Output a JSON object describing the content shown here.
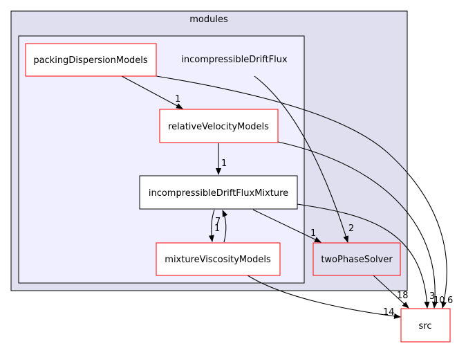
{
  "diagram": {
    "outer_cluster": {
      "title": "modules",
      "fill": "#dfdfef",
      "stroke": "#000000"
    },
    "inner_cluster": {
      "title": "incompressibleDriftFlux",
      "fill": "#efefff",
      "stroke": "#000000"
    },
    "nodes": {
      "packing": {
        "label": "packingDispersionModels",
        "stroke": "#ff0000",
        "fill": "#ffffff"
      },
      "relvel": {
        "label": "relativeVelocityModels",
        "stroke": "#ff0000",
        "fill": "#ffffff"
      },
      "mixture": {
        "label": "incompressibleDriftFluxMixture",
        "stroke": "#000000",
        "fill": "#ffffff"
      },
      "viscosity": {
        "label": "mixtureViscosityModels",
        "stroke": "#ff0000",
        "fill": "#ffffff"
      },
      "twophase": {
        "label": "twoPhaseSolver",
        "stroke": "#ff0000",
        "fill": "#dfdfef"
      },
      "src": {
        "label": "src",
        "stroke": "#ff0000",
        "fill": "#ffffff"
      }
    },
    "edge_counts": {
      "packing_to_relvel": "1",
      "relvel_to_mixture": "1",
      "mixture_to_viscosity": "1",
      "viscosity_to_mixture": "7",
      "mixture_to_twophase": "1",
      "inner_to_twophase": "2",
      "twophase_to_src": "18",
      "viscosity_to_src": "14",
      "mixture_to_src": "3",
      "relvel_to_src": "10",
      "packing_to_src": "6"
    }
  }
}
